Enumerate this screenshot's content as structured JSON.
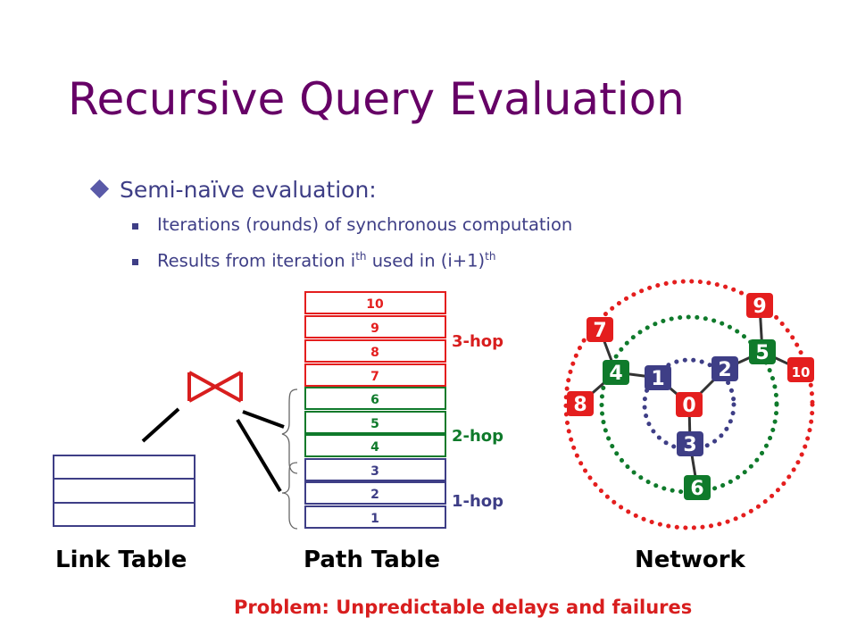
{
  "title": "Recursive Query Evaluation",
  "bullet": "Semi-naïve evaluation:",
  "sub1": "Iterations (rounds) of synchronous computation",
  "sub2_a": "Results from iteration i",
  "sub2_sup1": "th",
  "sub2_b": " used in (i+1)",
  "sub2_sup2": "th",
  "path_cells": [
    "10",
    "9",
    "8",
    "7",
    "6",
    "5",
    "4",
    "3",
    "2",
    "1"
  ],
  "hops": {
    "three": "3-hop",
    "two": "2-hop",
    "one": "1-hop"
  },
  "captions": {
    "link": "Link Table",
    "path": "Path Table",
    "network": "Network"
  },
  "problem": "Problem: Unpredictable delays and failures",
  "nodes": [
    "0",
    "1",
    "2",
    "3",
    "4",
    "5",
    "6",
    "7",
    "8",
    "9",
    "10"
  ],
  "colors": {
    "red": "#e41e1e",
    "green": "#0f7a2b",
    "blue": "#3e3e86",
    "title": "#660066"
  }
}
